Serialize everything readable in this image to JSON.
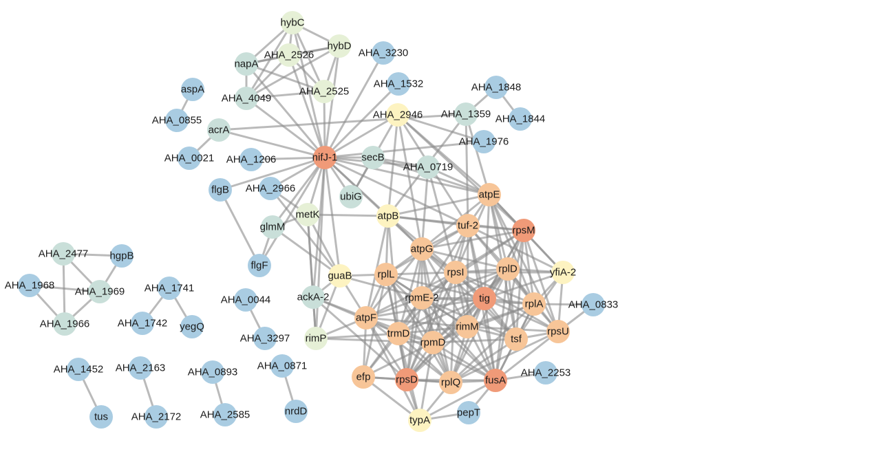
{
  "colors": {
    "orange_dark": "#f09a78",
    "orange_light": "#f7c598",
    "cream": "#fdf3c1",
    "pale_green": "#e6f0d6",
    "sage": "#c9dfd9",
    "blue": "#a9cce2",
    "edge": "#8c8c8c"
  },
  "nodes": [
    {
      "id": "hybC",
      "label": "hybC",
      "color": "pale_green"
    },
    {
      "id": "hybD",
      "label": "hybD",
      "color": "pale_green"
    },
    {
      "id": "AHA_2526",
      "label": "AHA_2526",
      "color": "pale_green"
    },
    {
      "id": "napA",
      "label": "napA",
      "color": "sage"
    },
    {
      "id": "AHA_3230",
      "label": "AHA_3230",
      "color": "blue"
    },
    {
      "id": "aspA",
      "label": "aspA",
      "color": "blue"
    },
    {
      "id": "AHA_4049",
      "label": "AHA_4049",
      "color": "sage"
    },
    {
      "id": "AHA_2525",
      "label": "AHA_2525",
      "color": "pale_green"
    },
    {
      "id": "AHA_1532",
      "label": "AHA_1532",
      "color": "blue"
    },
    {
      "id": "AHA_1848",
      "label": "AHA_1848",
      "color": "blue"
    },
    {
      "id": "AHA_0855",
      "label": "AHA_0855",
      "color": "blue"
    },
    {
      "id": "acrA",
      "label": "acrA",
      "color": "sage"
    },
    {
      "id": "AHA_2946",
      "label": "AHA_2946",
      "color": "cream"
    },
    {
      "id": "AHA_1359",
      "label": "AHA_1359",
      "color": "sage"
    },
    {
      "id": "AHA_1844",
      "label": "AHA_1844",
      "color": "blue"
    },
    {
      "id": "AHA_1976",
      "label": "AHA_1976",
      "color": "blue"
    },
    {
      "id": "AHA_0021",
      "label": "AHA_0021",
      "color": "blue"
    },
    {
      "id": "AHA_1206",
      "label": "AHA_1206",
      "color": "blue"
    },
    {
      "id": "nifJ-1",
      "label": "nifJ-1",
      "color": "orange_dark"
    },
    {
      "id": "secB",
      "label": "secB",
      "color": "sage"
    },
    {
      "id": "AHA_0719",
      "label": "AHA_0719",
      "color": "sage"
    },
    {
      "id": "flgB",
      "label": "flgB",
      "color": "blue"
    },
    {
      "id": "AHA_2966",
      "label": "AHA_2966",
      "color": "blue"
    },
    {
      "id": "ubiG",
      "label": "ubiG",
      "color": "sage"
    },
    {
      "id": "atpE",
      "label": "atpE",
      "color": "orange_light"
    },
    {
      "id": "metK",
      "label": "metK",
      "color": "pale_green"
    },
    {
      "id": "atpB",
      "label": "atpB",
      "color": "cream"
    },
    {
      "id": "glmM",
      "label": "glmM",
      "color": "sage"
    },
    {
      "id": "tuf-2",
      "label": "tuf-2",
      "color": "orange_light"
    },
    {
      "id": "rpsM",
      "label": "rpsM",
      "color": "orange_dark"
    },
    {
      "id": "atpG",
      "label": "atpG",
      "color": "orange_light"
    },
    {
      "id": "AHA_2477",
      "label": "AHA_2477",
      "color": "sage"
    },
    {
      "id": "hgpB",
      "label": "hgpB",
      "color": "blue"
    },
    {
      "id": "flgF",
      "label": "flgF",
      "color": "blue"
    },
    {
      "id": "rpsI",
      "label": "rpsI",
      "color": "orange_light"
    },
    {
      "id": "rplD",
      "label": "rplD",
      "color": "orange_light"
    },
    {
      "id": "yfiA-2",
      "label": "yfiA-2",
      "color": "cream"
    },
    {
      "id": "guaB",
      "label": "guaB",
      "color": "cream"
    },
    {
      "id": "rplL",
      "label": "rplL",
      "color": "orange_light"
    },
    {
      "id": "AHA_1968",
      "label": "AHA_1968",
      "color": "blue"
    },
    {
      "id": "AHA_1741",
      "label": "AHA_1741",
      "color": "blue"
    },
    {
      "id": "AHA_1969",
      "label": "AHA_1969",
      "color": "sage"
    },
    {
      "id": "ackA-2",
      "label": "ackA-2",
      "color": "sage"
    },
    {
      "id": "rpmE-2",
      "label": "rpmE-2",
      "color": "orange_light"
    },
    {
      "id": "tig",
      "label": "tig",
      "color": "orange_dark"
    },
    {
      "id": "rplA",
      "label": "rplA",
      "color": "orange_light"
    },
    {
      "id": "AHA_0044",
      "label": "AHA_0044",
      "color": "blue"
    },
    {
      "id": "AHA_0833",
      "label": "AHA_0833",
      "color": "blue"
    },
    {
      "id": "atpF",
      "label": "atpF",
      "color": "orange_light"
    },
    {
      "id": "AHA_1966",
      "label": "AHA_1966",
      "color": "sage"
    },
    {
      "id": "AHA_1742",
      "label": "AHA_1742",
      "color": "blue"
    },
    {
      "id": "yegQ",
      "label": "yegQ",
      "color": "blue"
    },
    {
      "id": "rimM",
      "label": "rimM",
      "color": "orange_light"
    },
    {
      "id": "rpsU",
      "label": "rpsU",
      "color": "orange_light"
    },
    {
      "id": "trmD",
      "label": "trmD",
      "color": "orange_light"
    },
    {
      "id": "tsf",
      "label": "tsf",
      "color": "orange_light"
    },
    {
      "id": "AHA_3297",
      "label": "AHA_3297",
      "color": "blue"
    },
    {
      "id": "rimP",
      "label": "rimP",
      "color": "pale_green"
    },
    {
      "id": "rpmD",
      "label": "rpmD",
      "color": "orange_light"
    },
    {
      "id": "AHA_0871",
      "label": "AHA_0871",
      "color": "blue"
    },
    {
      "id": "AHA_1452",
      "label": "AHA_1452",
      "color": "blue"
    },
    {
      "id": "AHA_2163",
      "label": "AHA_2163",
      "color": "blue"
    },
    {
      "id": "AHA_0893",
      "label": "AHA_0893",
      "color": "blue"
    },
    {
      "id": "AHA_2253",
      "label": "AHA_2253",
      "color": "blue"
    },
    {
      "id": "efp",
      "label": "efp",
      "color": "orange_light"
    },
    {
      "id": "rpsD",
      "label": "rpsD",
      "color": "orange_dark"
    },
    {
      "id": "rplQ",
      "label": "rplQ",
      "color": "orange_light"
    },
    {
      "id": "fusA",
      "label": "fusA",
      "color": "orange_dark"
    },
    {
      "id": "nrdD",
      "label": "nrdD",
      "color": "blue"
    },
    {
      "id": "pepT",
      "label": "pepT",
      "color": "blue"
    },
    {
      "id": "tus",
      "label": "tus",
      "color": "blue"
    },
    {
      "id": "AHA_2172",
      "label": "AHA_2172",
      "color": "blue"
    },
    {
      "id": "AHA_2585",
      "label": "AHA_2585",
      "color": "blue"
    },
    {
      "id": "typA",
      "label": "typA",
      "color": "cream"
    }
  ],
  "edges": [
    [
      "hybC",
      "hybD"
    ],
    [
      "hybC",
      "AHA_2526"
    ],
    [
      "hybC",
      "napA"
    ],
    [
      "hybC",
      "AHA_4049"
    ],
    [
      "hybC",
      "AHA_2525"
    ],
    [
      "hybC",
      "nifJ-1"
    ],
    [
      "hybD",
      "AHA_2526"
    ],
    [
      "hybD",
      "napA"
    ],
    [
      "hybD",
      "AHA_2525"
    ],
    [
      "hybD",
      "AHA_4049"
    ],
    [
      "hybD",
      "nifJ-1"
    ],
    [
      "AHA_2526",
      "napA"
    ],
    [
      "AHA_2526",
      "AHA_4049"
    ],
    [
      "AHA_2526",
      "AHA_2525"
    ],
    [
      "AHA_2526",
      "nifJ-1"
    ],
    [
      "napA",
      "AHA_4049"
    ],
    [
      "napA",
      "AHA_2525"
    ],
    [
      "napA",
      "nifJ-1"
    ],
    [
      "AHA_4049",
      "AHA_2525"
    ],
    [
      "AHA_4049",
      "nifJ-1"
    ],
    [
      "AHA_2525",
      "nifJ-1"
    ],
    [
      "aspA",
      "AHA_0855"
    ],
    [
      "acrA",
      "AHA_0021"
    ],
    [
      "AHA_1848",
      "AHA_1844"
    ],
    [
      "AHA_1848",
      "AHA_1359"
    ],
    [
      "AHA_3230",
      "nifJ-1"
    ],
    [
      "AHA_1532",
      "nifJ-1"
    ],
    [
      "AHA_2946",
      "nifJ-1"
    ],
    [
      "acrA",
      "nifJ-1"
    ],
    [
      "acrA",
      "AHA_1359"
    ],
    [
      "AHA_1206",
      "nifJ-1"
    ],
    [
      "flgB",
      "nifJ-1"
    ],
    [
      "flgB",
      "flgF"
    ],
    [
      "AHA_2966",
      "nifJ-1"
    ],
    [
      "nifJ-1",
      "secB"
    ],
    [
      "nifJ-1",
      "AHA_0719"
    ],
    [
      "nifJ-1",
      "metK"
    ],
    [
      "nifJ-1",
      "guaB"
    ],
    [
      "nifJ-1",
      "ackA-2"
    ],
    [
      "nifJ-1",
      "rimP"
    ],
    [
      "nifJ-1",
      "atpB"
    ],
    [
      "nifJ-1",
      "atpE"
    ],
    [
      "nifJ-1",
      "tuf-2"
    ],
    [
      "nifJ-1",
      "glmM"
    ],
    [
      "nifJ-1",
      "AHA_1976"
    ],
    [
      "nifJ-1",
      "ubiG"
    ],
    [
      "nifJ-1",
      "flgF"
    ],
    [
      "nifJ-1",
      "atpG"
    ],
    [
      "AHA_2946",
      "atpE"
    ],
    [
      "AHA_2946",
      "atpB"
    ],
    [
      "AHA_2946",
      "tuf-2"
    ],
    [
      "AHA_2946",
      "rpsM"
    ],
    [
      "AHA_2946",
      "atpG"
    ],
    [
      "AHA_2946",
      "AHA_1976"
    ],
    [
      "AHA_2946",
      "ubiG"
    ],
    [
      "AHA_1359",
      "atpE"
    ],
    [
      "AHA_1359",
      "tuf-2"
    ],
    [
      "AHA_1359",
      "atpB"
    ],
    [
      "secB",
      "ubiG"
    ],
    [
      "secB",
      "atpE"
    ],
    [
      "secB",
      "AHA_0719"
    ],
    [
      "AHA_0719",
      "atpG"
    ],
    [
      "AHA_0719",
      "rpsI"
    ],
    [
      "AHA_0719",
      "atpE"
    ],
    [
      "AHA_2966",
      "metK"
    ],
    [
      "AHA_2966",
      "guaB"
    ],
    [
      "metK",
      "ackA-2"
    ],
    [
      "metK",
      "atpB"
    ],
    [
      "metK",
      "guaB"
    ],
    [
      "metK",
      "rimP"
    ],
    [
      "glmM",
      "flgF"
    ],
    [
      "glmM",
      "metK"
    ],
    [
      "glmM",
      "guaB"
    ],
    [
      "guaB",
      "ackA-2"
    ],
    [
      "guaB",
      "rimP"
    ],
    [
      "guaB",
      "atpF"
    ],
    [
      "guaB",
      "rplL"
    ],
    [
      "guaB",
      "rpmE-2"
    ],
    [
      "ackA-2",
      "rimP"
    ],
    [
      "ackA-2",
      "atpF"
    ],
    [
      "ackA-2",
      "trmD"
    ],
    [
      "ackA-2",
      "rpsD"
    ],
    [
      "rimP",
      "atpF"
    ],
    [
      "rimP",
      "trmD"
    ],
    [
      "rimP",
      "rpmD"
    ],
    [
      "AHA_2477",
      "hgpB"
    ],
    [
      "AHA_2477",
      "AHA_1969"
    ],
    [
      "AHA_2477",
      "AHA_1966"
    ],
    [
      "hgpB",
      "AHA_1969"
    ],
    [
      "AHA_1968",
      "AHA_1969"
    ],
    [
      "AHA_1968",
      "AHA_1966"
    ],
    [
      "AHA_1969",
      "AHA_1966"
    ],
    [
      "AHA_1741",
      "AHA_1742"
    ],
    [
      "AHA_1741",
      "yegQ"
    ],
    [
      "AHA_0044",
      "AHA_3297"
    ],
    [
      "AHA_0871",
      "nrdD"
    ],
    [
      "AHA_1452",
      "tus"
    ],
    [
      "AHA_2163",
      "AHA_2172"
    ],
    [
      "AHA_0893",
      "AHA_2585"
    ],
    [
      "rplA",
      "AHA_0833"
    ],
    [
      "rpsU",
      "AHA_0833"
    ],
    [
      "fusA",
      "AHA_2253"
    ],
    [
      "fusA",
      "pepT"
    ],
    [
      "typA",
      "pepT"
    ],
    [
      "atpB",
      "atpE"
    ],
    [
      "atpB",
      "atpG"
    ],
    [
      "atpB",
      "tuf-2"
    ],
    [
      "atpB",
      "rpsI"
    ],
    [
      "atpB",
      "rplL"
    ],
    [
      "atpB",
      "atpF"
    ],
    [
      "atpB",
      "trmD"
    ],
    [
      "atpB",
      "rpsM"
    ],
    [
      "atpE",
      "tuf-2"
    ],
    [
      "atpE",
      "rpsM"
    ],
    [
      "atpE",
      "atpG"
    ],
    [
      "atpE",
      "rplD"
    ],
    [
      "atpE",
      "rpsI"
    ],
    [
      "atpE",
      "tig"
    ],
    [
      "atpE",
      "yfiA-2"
    ],
    [
      "atpE",
      "rplA"
    ],
    [
      "atpE",
      "tsf"
    ],
    [
      "atpE",
      "rpsU"
    ],
    [
      "tuf-2",
      "rpsM"
    ],
    [
      "tuf-2",
      "atpG"
    ],
    [
      "tuf-2",
      "rpsI"
    ],
    [
      "tuf-2",
      "rplD"
    ],
    [
      "tuf-2",
      "tig"
    ],
    [
      "tuf-2",
      "rplL"
    ],
    [
      "tuf-2",
      "rpmE-2"
    ],
    [
      "tuf-2",
      "rimM"
    ],
    [
      "tuf-2",
      "rplA"
    ],
    [
      "tuf-2",
      "fusA"
    ],
    [
      "tuf-2",
      "yfiA-2"
    ],
    [
      "tuf-2",
      "rpsD"
    ],
    [
      "rpsM",
      "rplD"
    ],
    [
      "rpsM",
      "rpsI"
    ],
    [
      "rpsM",
      "tig"
    ],
    [
      "rpsM",
      "rplA"
    ],
    [
      "rpsM",
      "yfiA-2"
    ],
    [
      "rpsM",
      "rpsU"
    ],
    [
      "rpsM",
      "tsf"
    ],
    [
      "rpsM",
      "rpmE-2"
    ],
    [
      "rpsM",
      "rimM"
    ],
    [
      "rpsM",
      "atpG"
    ],
    [
      "rpsM",
      "fusA"
    ],
    [
      "atpG",
      "rpsI"
    ],
    [
      "atpG",
      "rplL"
    ],
    [
      "atpG",
      "rpmE-2"
    ],
    [
      "atpG",
      "tig"
    ],
    [
      "atpG",
      "rplD"
    ],
    [
      "atpG",
      "atpF"
    ],
    [
      "atpG",
      "trmD"
    ],
    [
      "atpG",
      "rimM"
    ],
    [
      "atpG",
      "rpmD"
    ],
    [
      "atpG",
      "rpsD"
    ],
    [
      "atpG",
      "rplQ"
    ],
    [
      "atpG",
      "tsf"
    ],
    [
      "rpsI",
      "rplD"
    ],
    [
      "rpsI",
      "tig"
    ],
    [
      "rpsI",
      "rplL"
    ],
    [
      "rpsI",
      "rpmE-2"
    ],
    [
      "rpsI",
      "rimM"
    ],
    [
      "rpsI",
      "rplA"
    ],
    [
      "rpsI",
      "trmD"
    ],
    [
      "rpsI",
      "rpmD"
    ],
    [
      "rpsI",
      "rpsD"
    ],
    [
      "rpsI",
      "rplQ"
    ],
    [
      "rpsI",
      "fusA"
    ],
    [
      "rpsI",
      "tsf"
    ],
    [
      "rpsI",
      "rpsU"
    ],
    [
      "rpsI",
      "atpF"
    ],
    [
      "rpsI",
      "yfiA-2"
    ],
    [
      "rplD",
      "tig"
    ],
    [
      "rplD",
      "rplA"
    ],
    [
      "rplD",
      "yfiA-2"
    ],
    [
      "rplD",
      "rpsU"
    ],
    [
      "rplD",
      "tsf"
    ],
    [
      "rplD",
      "rimM"
    ],
    [
      "rplD",
      "rpmE-2"
    ],
    [
      "rplD",
      "rpmD"
    ],
    [
      "rplD",
      "fusA"
    ],
    [
      "rplD",
      "rplQ"
    ],
    [
      "rplD",
      "rpsD"
    ],
    [
      "rplD",
      "trmD"
    ],
    [
      "yfiA-2",
      "rplA"
    ],
    [
      "yfiA-2",
      "rpsU"
    ],
    [
      "yfiA-2",
      "tig"
    ],
    [
      "yfiA-2",
      "tsf"
    ],
    [
      "rplL",
      "rpmE-2"
    ],
    [
      "rplL",
      "atpF"
    ],
    [
      "rplL",
      "trmD"
    ],
    [
      "rplL",
      "tig"
    ],
    [
      "rplL",
      "rimM"
    ],
    [
      "rplL",
      "rpmD"
    ],
    [
      "rplL",
      "rpsD"
    ],
    [
      "rplL",
      "rplQ"
    ],
    [
      "rplL",
      "efp"
    ],
    [
      "rplL",
      "fusA"
    ],
    [
      "rpmE-2",
      "tig"
    ],
    [
      "rpmE-2",
      "rimM"
    ],
    [
      "rpmE-2",
      "trmD"
    ],
    [
      "rpmE-2",
      "rpmD"
    ],
    [
      "rpmE-2",
      "atpF"
    ],
    [
      "rpmE-2",
      "rpsD"
    ],
    [
      "rpmE-2",
      "rplQ"
    ],
    [
      "rpmE-2",
      "fusA"
    ],
    [
      "rpmE-2",
      "tsf"
    ],
    [
      "rpmE-2",
      "rplA"
    ],
    [
      "rpmE-2",
      "efp"
    ],
    [
      "tig",
      "rplA"
    ],
    [
      "tig",
      "rimM"
    ],
    [
      "tig",
      "tsf"
    ],
    [
      "tig",
      "rpsU"
    ],
    [
      "tig",
      "rpmD"
    ],
    [
      "tig",
      "trmD"
    ],
    [
      "tig",
      "rplQ"
    ],
    [
      "tig",
      "fusA"
    ],
    [
      "tig",
      "rpsD"
    ],
    [
      "tig",
      "atpF"
    ],
    [
      "rplA",
      "rpsU"
    ],
    [
      "rplA",
      "tsf"
    ],
    [
      "rplA",
      "rimM"
    ],
    [
      "rplA",
      "fusA"
    ],
    [
      "rplA",
      "rplQ"
    ],
    [
      "rplA",
      "rpmD"
    ],
    [
      "atpF",
      "trmD"
    ],
    [
      "atpF",
      "rpmD"
    ],
    [
      "atpF",
      "efp"
    ],
    [
      "atpF",
      "rpsD"
    ],
    [
      "atpF",
      "rplQ"
    ],
    [
      "atpF",
      "rimM"
    ],
    [
      "atpF",
      "typA"
    ],
    [
      "rimM",
      "trmD"
    ],
    [
      "rimM",
      "rpmD"
    ],
    [
      "rimM",
      "tsf"
    ],
    [
      "rimM",
      "rpsU"
    ],
    [
      "rimM",
      "fusA"
    ],
    [
      "rimM",
      "rplQ"
    ],
    [
      "rimM",
      "rpsD"
    ],
    [
      "rpsU",
      "tsf"
    ],
    [
      "rpsU",
      "fusA"
    ],
    [
      "rpsU",
      "rplQ"
    ],
    [
      "trmD",
      "rpmD"
    ],
    [
      "trmD",
      "efp"
    ],
    [
      "trmD",
      "rpsD"
    ],
    [
      "trmD",
      "rplQ"
    ],
    [
      "trmD",
      "fusA"
    ],
    [
      "trmD",
      "typA"
    ],
    [
      "tsf",
      "fusA"
    ],
    [
      "tsf",
      "rpmD"
    ],
    [
      "tsf",
      "rplQ"
    ],
    [
      "rpmD",
      "rpsD"
    ],
    [
      "rpmD",
      "rplQ"
    ],
    [
      "rpmD",
      "fusA"
    ],
    [
      "rpmD",
      "efp"
    ],
    [
      "rpmD",
      "typA"
    ],
    [
      "efp",
      "rpsD"
    ],
    [
      "efp",
      "rplQ"
    ],
    [
      "efp",
      "typA"
    ],
    [
      "rpsD",
      "rplQ"
    ],
    [
      "rpsD",
      "fusA"
    ],
    [
      "rpsD",
      "typA"
    ],
    [
      "rplQ",
      "fusA"
    ],
    [
      "rplQ",
      "typA"
    ],
    [
      "fusA",
      "typA"
    ]
  ]
}
